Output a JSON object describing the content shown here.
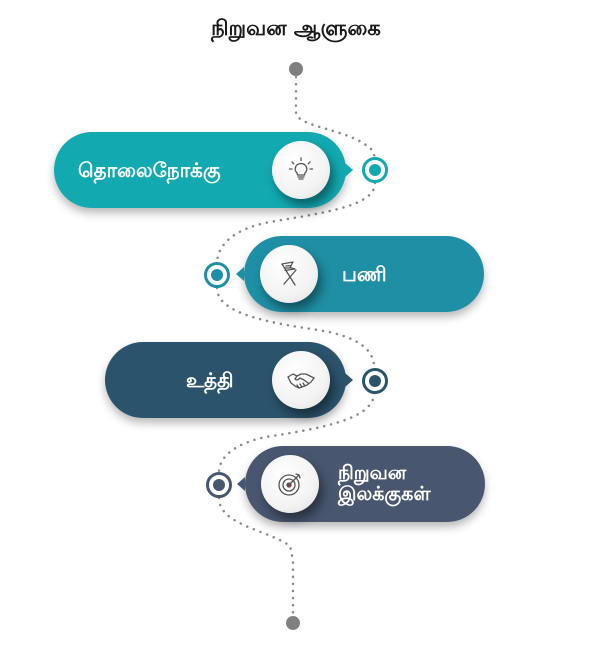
{
  "title": "நிறுவன ஆளுகை",
  "steps": [
    {
      "label": "தொலைநோக்கு",
      "icon": "lightbulb-icon",
      "color": "#12a9b1"
    },
    {
      "label": "பணி",
      "icon": "flag-icon",
      "color": "#1e8fa5"
    },
    {
      "label": "உத்தி",
      "icon": "handshake-icon",
      "color": "#2b536b"
    },
    {
      "label": "நிறுவன இலக்குகள்",
      "icon": "target-icon",
      "color": "#485670"
    }
  ]
}
